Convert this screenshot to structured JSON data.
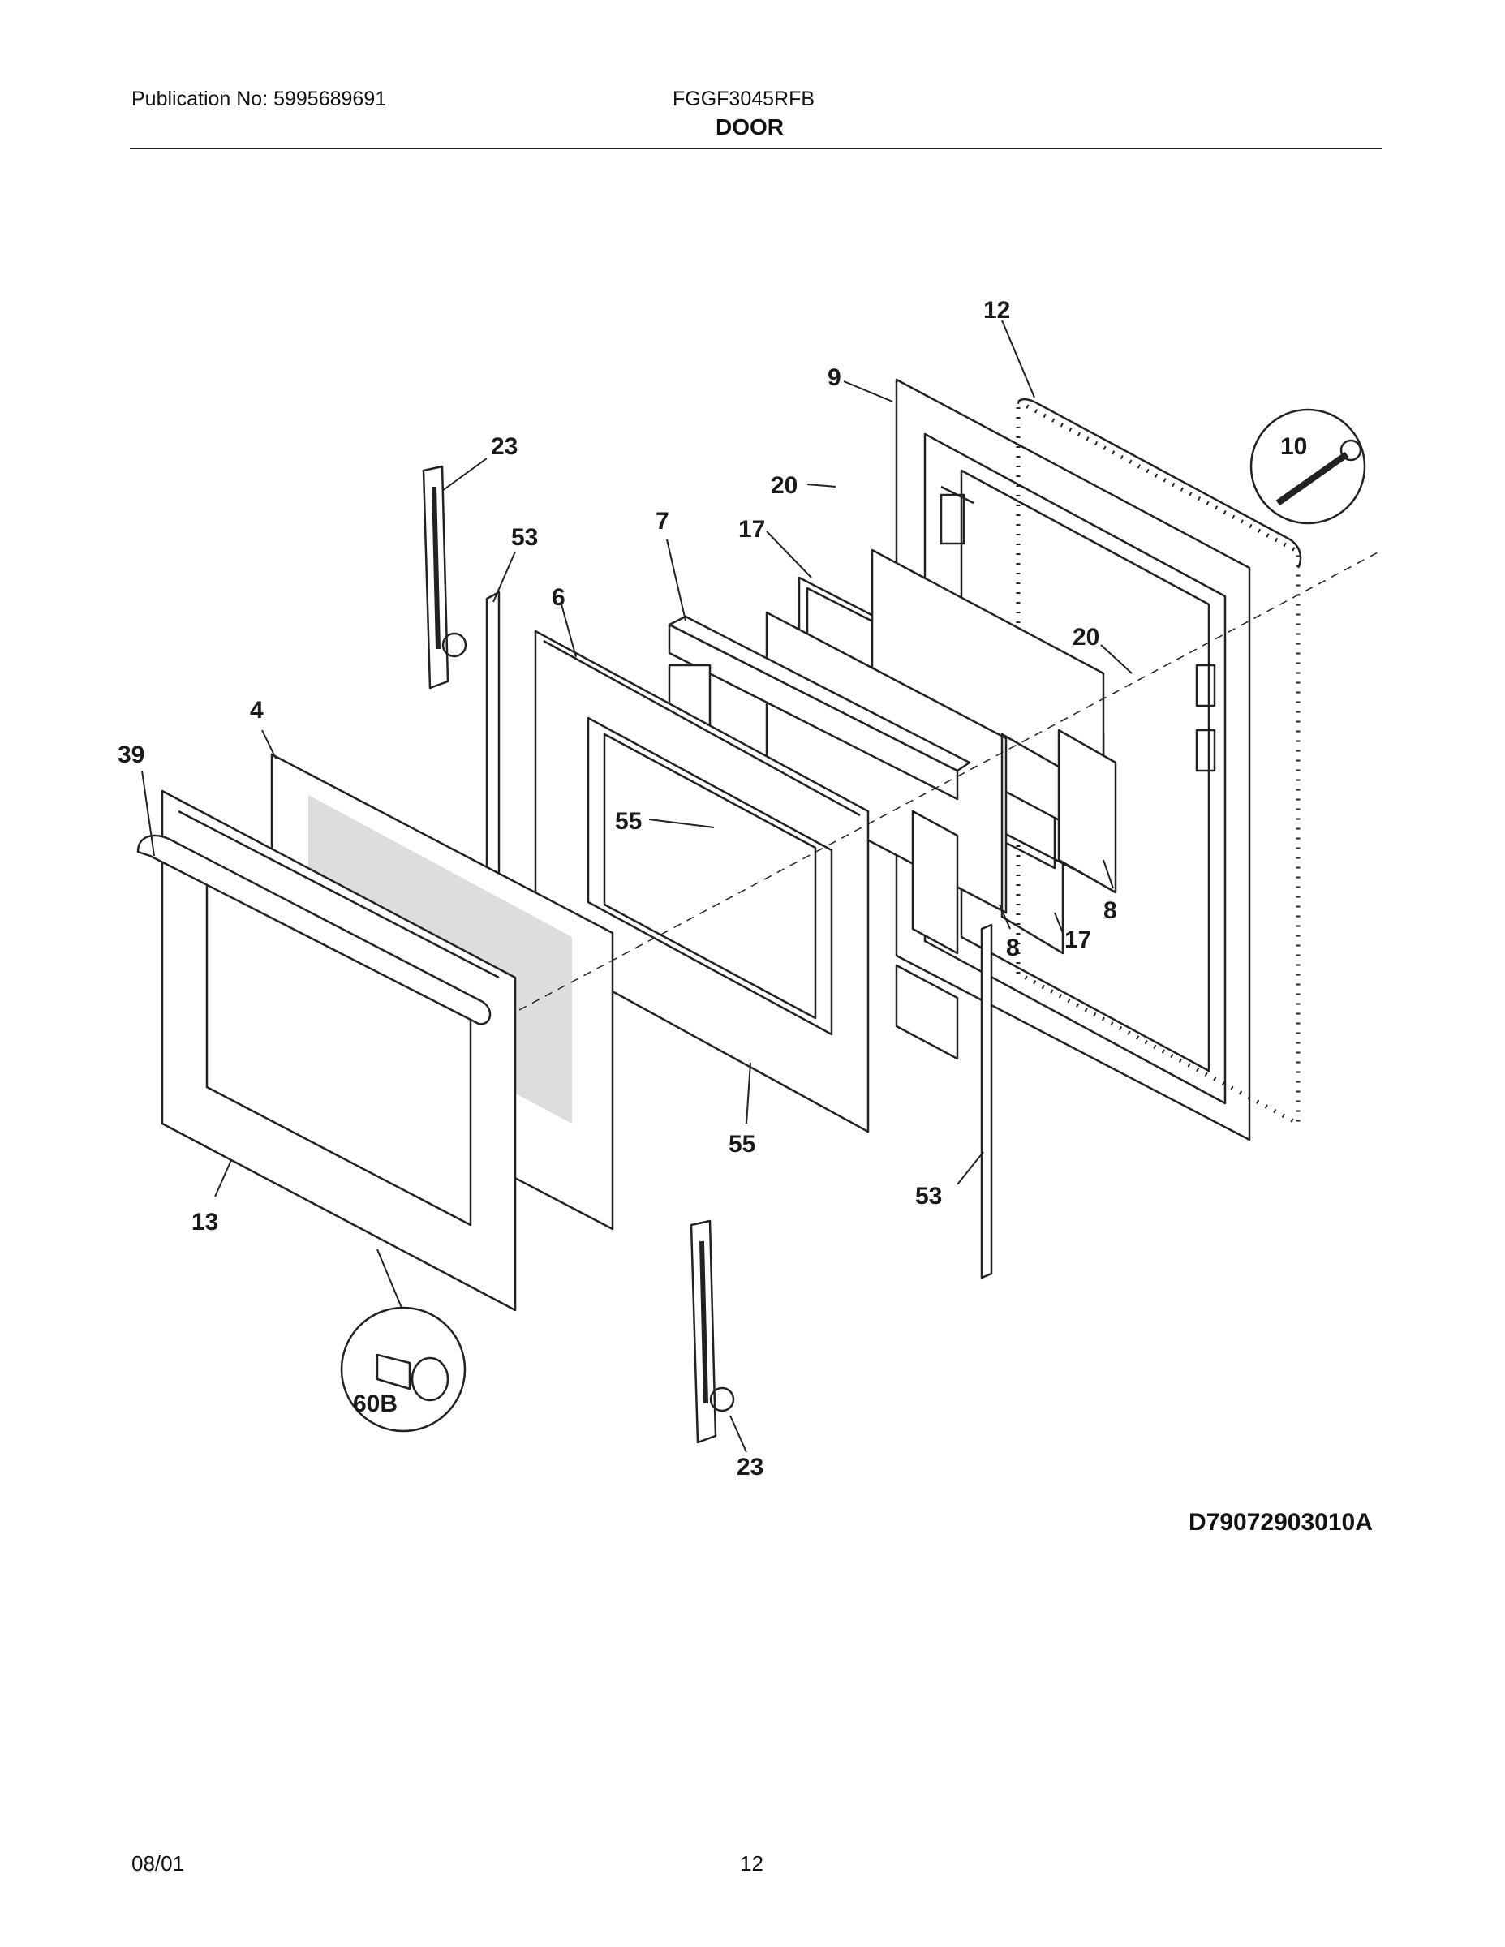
{
  "header": {
    "publication": "Publication No: 5995689691",
    "model": "FGGF3045RFB",
    "section": "DOOR"
  },
  "callouts": {
    "c12": "12",
    "c9": "9",
    "c10": "10",
    "c23a": "23",
    "c53a": "53",
    "c7": "7",
    "c17a": "17",
    "c20a": "20",
    "c6": "6",
    "c20b": "20",
    "c4": "4",
    "c39": "39",
    "c55a": "55",
    "c8a": "8",
    "c8b": "8",
    "c17b": "17",
    "c55b": "55",
    "c53b": "53",
    "c13": "13",
    "c60b": "60B",
    "c23b": "23"
  },
  "footer": {
    "drawing_code": "D79072903010A",
    "date": "08/01",
    "page_number": "12"
  }
}
